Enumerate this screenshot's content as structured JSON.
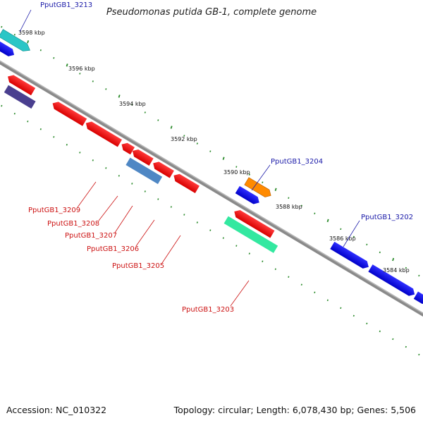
{
  "title": "Pseudomonas putida GB-1, complete genome",
  "footer": {
    "accession": "Accession: NC_010322",
    "summary": "Topology: circular; Length: 6,078,430 bp; Genes: 5,506"
  },
  "colors": {
    "backbone": "#888888",
    "tick": "#2a8a2a",
    "forward_label": "#1a1aa8",
    "reverse_label": "#cc1111"
  },
  "scale_labels": [
    "3598 kbp",
    "3596 kbp",
    "3594 kbp",
    "3592 kbp",
    "3590 kbp",
    "3588 kbp",
    "3586 kbp",
    "3584 kbp"
  ],
  "gene_labels": {
    "forward": [
      "PputGB1_3213",
      "PputGB1_3204",
      "PputGB1_3202"
    ],
    "reverse": [
      "PputGB1_3209",
      "PputGB1_3208",
      "PputGB1_3207",
      "PputGB1_3206",
      "PputGB1_3205",
      "PputGB1_3203"
    ]
  }
}
